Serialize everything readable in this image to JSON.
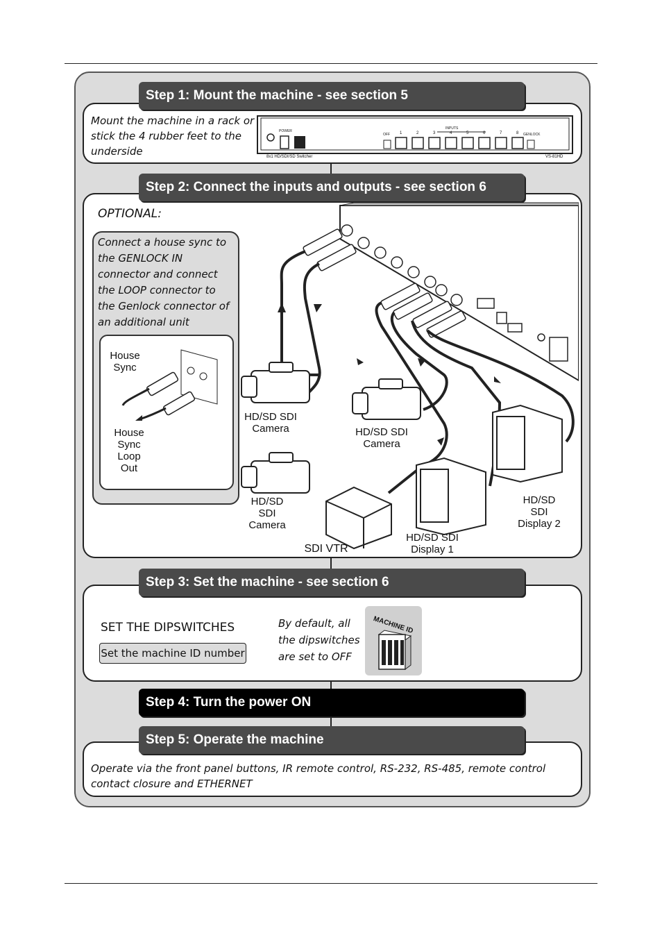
{
  "steps": {
    "step1": {
      "title": "Step 1: Mount the machine - see section 5",
      "text": "Mount the machine in a rack or stick the 4 rubber feet to the underside",
      "device": {
        "power_label": "POWER",
        "model_label": "8x1 HD/SDI/SD Switcher",
        "model_code": "VS-81HD",
        "off_label": "OFF",
        "inputs_label": "INPUTS",
        "genlock_label": "GENLOCK",
        "input_numbers": [
          "1",
          "2",
          "3",
          "4",
          "5",
          "6",
          "7",
          "8"
        ]
      }
    },
    "step2": {
      "title": "Step 2: Connect the inputs and outputs - see section 6",
      "optional": "OPTIONAL:",
      "genlock_text": "Connect a house sync to the GENLOCK IN connector and connect the LOOP connector to the Genlock connector of an additional unit",
      "house_sync": "House Sync",
      "house_sync_loop": "House Sync Loop Out",
      "cam1": "HD/SD SDI Camera",
      "cam2": "HD/SD SDI Camera",
      "cam3": "HD/SD SDI Camera",
      "vtr": "SDI VTR",
      "display1": "HD/SD SDI Display 1",
      "display2": "HD/SD SDI Display 2"
    },
    "step3": {
      "title": "Step 3: Set the machine - see section 6",
      "dips_heading": "SET THE DIPSWITCHES",
      "dips_box": "Set the machine ID number",
      "default_text": "By default, all the dipswitches are set to OFF",
      "machine_id": "MACHINE ID"
    },
    "step4": {
      "title": "Step 4: Turn the power ON"
    },
    "step5": {
      "title": "Step 5: Operate the machine",
      "text": "Operate via the front panel buttons, IR remote control, RS-232, RS-485,  remote control contact closure and ETHERNET"
    }
  },
  "colors": {
    "step_bar": "#4a4a4a",
    "step4_bar": "#000000",
    "background": "#dcdcdc"
  }
}
